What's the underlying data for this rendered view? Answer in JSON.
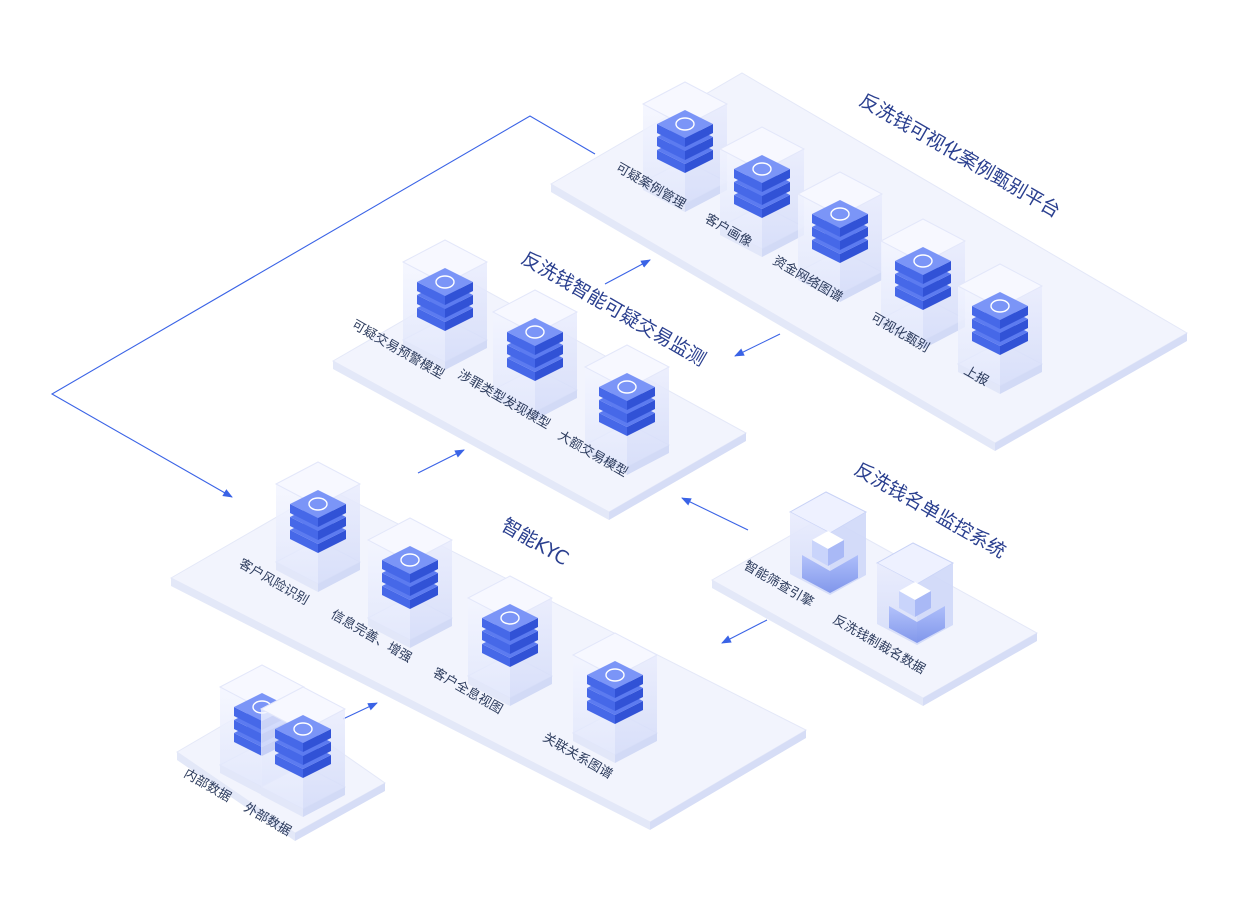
{
  "platforms": {
    "case_platform": {
      "title": "反洗钱可视化案例甄别平台",
      "items": [
        "可疑案例管理",
        "客户画像",
        "资金网络图谱",
        "可视化甄别",
        "上报"
      ]
    },
    "monitoring": {
      "title": "反洗钱智能可疑交易监测",
      "items": [
        "可疑交易预警模型",
        "涉罪类型发现模型",
        "大额交易模型"
      ]
    },
    "kyc": {
      "title": "智能KYC",
      "items": [
        "客户风险识别",
        "信息完善、增强",
        "客户全息视图",
        "关联关系图谱"
      ]
    },
    "sanction": {
      "title": "反洗钱名单监控系统",
      "items": [
        "智能筛查引擎",
        "反洗钱制裁名数据"
      ]
    },
    "data": {
      "items": [
        "内部数据",
        "外部数据"
      ]
    }
  },
  "colors": {
    "accent": "#3a63e6",
    "platform": "#eef1fc",
    "server_top": "#6f8cf3",
    "server_side": "#3a5cdf"
  }
}
